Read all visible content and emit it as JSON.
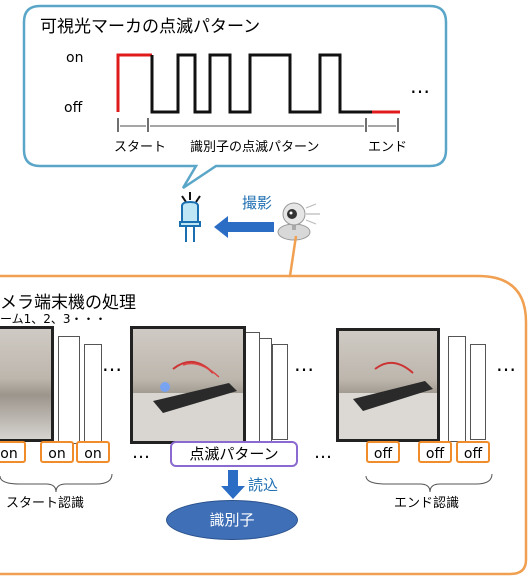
{
  "marker_panel": {
    "title": "可視光マーカの点滅パターン",
    "on_label": "on",
    "off_label": "off",
    "ellipsis": "…",
    "start_label": "スタート",
    "identifier_label": "識別子の点滅パターン",
    "end_label": "エンド"
  },
  "capture_label": "撮影",
  "processing_panel": {
    "title": "メラ端末機の処理",
    "frames_label": "ーム1、2、3・・・",
    "ellipsis": "…",
    "start_tags": [
      "on",
      "on",
      "on"
    ],
    "end_tags": [
      "off",
      "off",
      "off"
    ],
    "pattern_callout": "点滅パターン",
    "read_label": "読込",
    "identifier_node": "識別子",
    "start_recognition": "スタート認識",
    "end_recognition": "エンド認識"
  },
  "colors": {
    "callout_border": "#5aa6c8",
    "panel_border": "#f0a050",
    "signal_red": "#e01b1b",
    "accent_blue": "#2b6cc4",
    "callout_purple": "#8a6ad0"
  }
}
